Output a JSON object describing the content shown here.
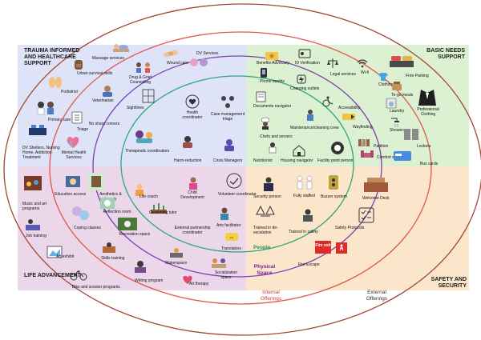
{
  "quadrants": {
    "trauma": "TRAUMA INFORMED AND HEALTHCARE SUPPORT",
    "basic_needs": "BASIC NEEDS SUPPORT",
    "life": "LIFE ADVANCEMENT",
    "safety": "SAFETY AND SECURITY"
  },
  "rings": {
    "people": "People",
    "physical_space": "Physical Space",
    "internal": "Internal Offerings",
    "external": "External Offerings"
  },
  "trauma_items": {
    "massage": "Massage services",
    "urban": "Urban survival skills",
    "wound": "Wound care",
    "dv": "DV Services",
    "drug": "Drug & Grief Counselling",
    "podiatrist": "Podiatrist",
    "vet": "Veterinarian",
    "primary": "Primary care",
    "triage": "Triage",
    "sightlines": "Sightlines",
    "health_coord": "Health coordinator",
    "case_mgmt": "Case management triage",
    "shelters": "DV Shelters, Nursing Home, Addiction Treatment",
    "mental": "Mental Health Services",
    "sharp": "No sharp corners",
    "therapeutic": "Therapeutic coordinators",
    "harm": "Harm-reduction",
    "crisis": "Crisis Managers"
  },
  "basic_items": {
    "benefits": "Benefits Advocacy",
    "id": "ID Verification",
    "legal": "Legal services",
    "wifi": "Wi-fi",
    "parking": "Free Parking",
    "phone": "Phone booths",
    "charging": "Charging outlets",
    "clothing": "Clothing",
    "togo": "To-go meals",
    "docs": "Documents navigator",
    "access": "Accessibility",
    "laundry": "Laundry",
    "prof_cloth": "Professional Clothing",
    "chefs": "Chefs and servers",
    "maint": "Maintenance/cleaning crew",
    "wayfinding": "Wayfinding",
    "showers": "Showers",
    "nutrition": "Nutritionist",
    "housing": "Housing navigator",
    "facility": "Facility point person",
    "partition": "Partition",
    "comfort": "Comfort seating",
    "lockers": "Lockers",
    "bus": "Bus cards"
  },
  "life_items": {
    "music": "Music and art programs",
    "edu": "Education access",
    "aesthetics": "Aesthetics & beauty",
    "life_coach": "Life coach",
    "child_dev": "Child Development",
    "volunteer": "Volunteer coordinator",
    "job": "Job training",
    "coping": "Coping classes",
    "reflection": "Reflection room",
    "gardening": "Gardening tutor",
    "ext_partner": "External partnership coordinator",
    "arts": "Arts facilitator",
    "recreation": "Recreation space",
    "translators": "Translators",
    "art_exhibit": "Art exhibit",
    "skills": "Skills training",
    "makerspace": "Makerspace",
    "social": "Socialization space",
    "bike": "Bike and scooter programs",
    "writing": "Writing program",
    "art_therapy": "Art therapy"
  },
  "safety_items": {
    "security": "Security person",
    "staffed": "Fully staffed",
    "buzzer": "Buzzer system",
    "welcome": "Welcome Desk",
    "deesc": "Trained in de-escalation",
    "safety_trained": "Trained in safety",
    "protocols": "Safety Protocols",
    "fire_exit": "Fire Escape",
    "fire_sign": "Fire exit"
  },
  "colors": {
    "trauma_bg": "#dfe3f8",
    "basic_bg": "#dcf0d2",
    "life_bg": "#ecd7ea",
    "safety_bg": "#fbe6cc",
    "ring_outer": "#a0472e",
    "ring_internal": "#e2574c",
    "ring_physical": "#7a3fb0",
    "ring_people": "#2ba77a"
  }
}
